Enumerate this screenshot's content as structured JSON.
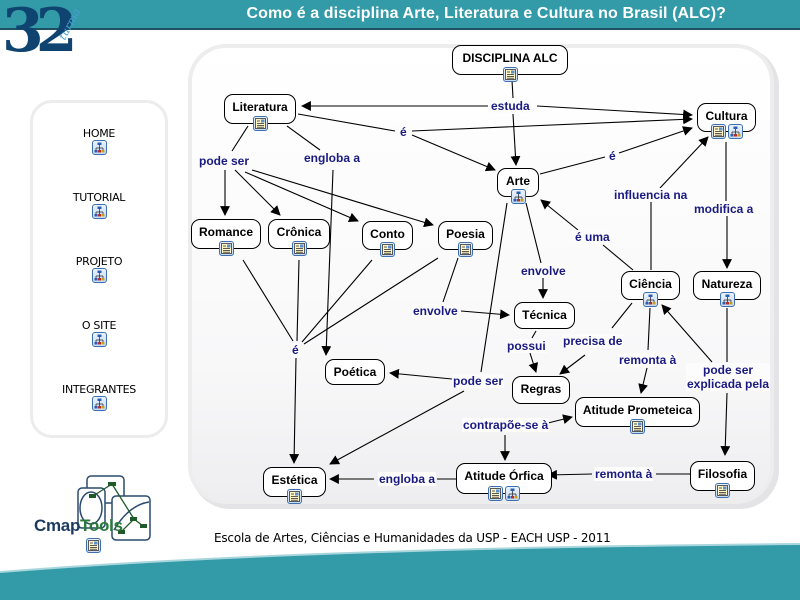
{
  "header": {
    "title": "Como é a disciplina Arte, Literatura e Cultura no Brasil (ALC)?",
    "logo_number": "32",
    "logo_subtitle": "turma",
    "bar_color": "#339aa8"
  },
  "sidebar": {
    "items": [
      {
        "label": "HOME",
        "icon": "concept-map-icon"
      },
      {
        "label": "TUTORIAL",
        "icon": "concept-map-icon"
      },
      {
        "label": "PROJETO",
        "icon": "concept-map-icon"
      },
      {
        "label": "O SITE",
        "icon": "concept-map-icon"
      },
      {
        "label": "INTEGRANTES",
        "icon": "concept-map-icon"
      }
    ]
  },
  "concept_map": {
    "nodes": {
      "disciplina": {
        "label": "DISCIPLINA ALC",
        "icons": [
          "document-icon"
        ]
      },
      "literatura": {
        "label": "Literatura",
        "icons": [
          "document-icon"
        ]
      },
      "cultura": {
        "label": "Cultura",
        "icons": [
          "document-icon",
          "concept-map-icon"
        ]
      },
      "arte": {
        "label": "Arte",
        "icons": [
          "concept-map-icon"
        ]
      },
      "romance": {
        "label": "Romance",
        "icons": [
          "document-icon"
        ]
      },
      "cronica": {
        "label": "Crônica",
        "icons": [
          "document-icon"
        ]
      },
      "conto": {
        "label": "Conto",
        "icons": [
          "document-icon"
        ]
      },
      "poesia": {
        "label": "Poesia",
        "icons": [
          "document-icon"
        ]
      },
      "tecnica": {
        "label": "Técnica",
        "icons": []
      },
      "ciencia": {
        "label": "Ciência",
        "icons": [
          "concept-map-icon"
        ]
      },
      "natureza": {
        "label": "Natureza",
        "icons": [
          "concept-map-icon"
        ]
      },
      "poetica": {
        "label": "Poética",
        "icons": []
      },
      "regras": {
        "label": "Regras",
        "icons": []
      },
      "prometeica": {
        "label": "Atitude Prometeica",
        "icons": [
          "document-icon"
        ]
      },
      "estetica": {
        "label": "Estética",
        "icons": [
          "document-icon"
        ]
      },
      "orfica": {
        "label": "Atitude Órfica",
        "icons": [
          "document-icon",
          "concept-map-icon"
        ]
      },
      "filosofia": {
        "label": "Filosofia",
        "icons": [
          "document-icon"
        ]
      }
    },
    "links": {
      "estuda": "estuda",
      "e_lit": "é",
      "pode_ser_lit": "pode ser",
      "engloba_lit": "engloba a",
      "e_arte": "é",
      "influencia": "influencia na",
      "modifica": "modifica a",
      "e_uma": "é uma",
      "envolve_arte": "envolve",
      "envolve_poesia": "envolve",
      "e_generos": "é",
      "possui": "possui",
      "precisa": "precisa de",
      "remonta_ciencia": "remonta à",
      "pode_ser_explicada": "pode ser\nexplicada pela",
      "pode_ser_arte": "pode ser",
      "contrapoe": "contrapõe-se à",
      "engloba_orfica": "engloba a",
      "remonta_filosofia": "remonta à"
    }
  },
  "cmaptools": {
    "label_a": "Cmap",
    "label_b": "Tools",
    "icon": "document-icon"
  },
  "footer": {
    "text": "Escola de Artes, Ciências e Humanidades da USP - EACH USP - 2011"
  }
}
